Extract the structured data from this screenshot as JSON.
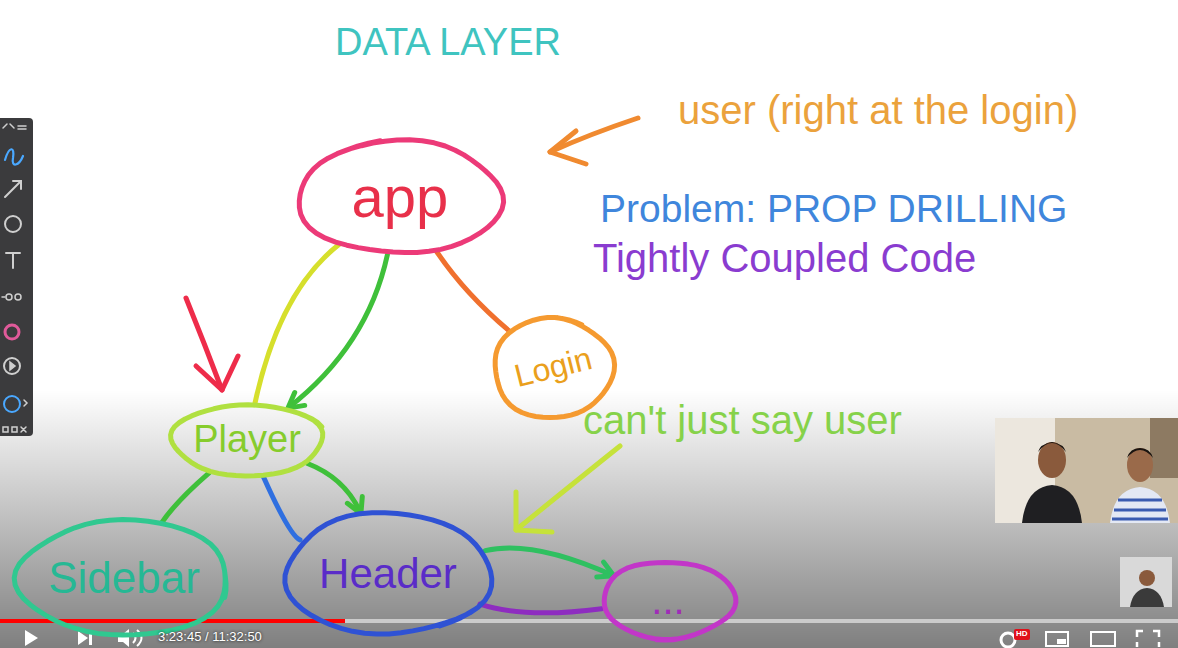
{
  "diagram": {
    "title": "DATA LAYER",
    "nodes": [
      {
        "text": [
          "app"
        ]
      },
      {
        "text": [
          "Login"
        ]
      },
      {
        "text": [
          "Player"
        ]
      },
      {
        "text": [
          "Sidebar"
        ]
      },
      {
        "text": [
          "Header"
        ]
      },
      {
        "text": [
          "..."
        ]
      }
    ],
    "edges": [
      {
        "from": 0,
        "to": 2,
        "arrow": "to"
      },
      {
        "from": 0,
        "to": 2,
        "arrow": "none"
      },
      {
        "from": 0,
        "to": 1,
        "arrow": "none"
      },
      {
        "from": 2,
        "to": 4,
        "arrow": "to"
      },
      {
        "from": 2,
        "to": 4,
        "arrow": "none"
      },
      {
        "from": 2,
        "to": 3,
        "arrow": "none"
      },
      {
        "from": 4,
        "to": 5,
        "arrow": "to"
      },
      {
        "from": 4,
        "to": 5,
        "arrow": "none"
      }
    ],
    "labels": [
      "user (right at the login)",
      "Problem: PROP DRILLING",
      "Tightly Coupled Code",
      "can't just say user",
      "3:23:45 / 11:32:50",
      "HD"
    ]
  }
}
